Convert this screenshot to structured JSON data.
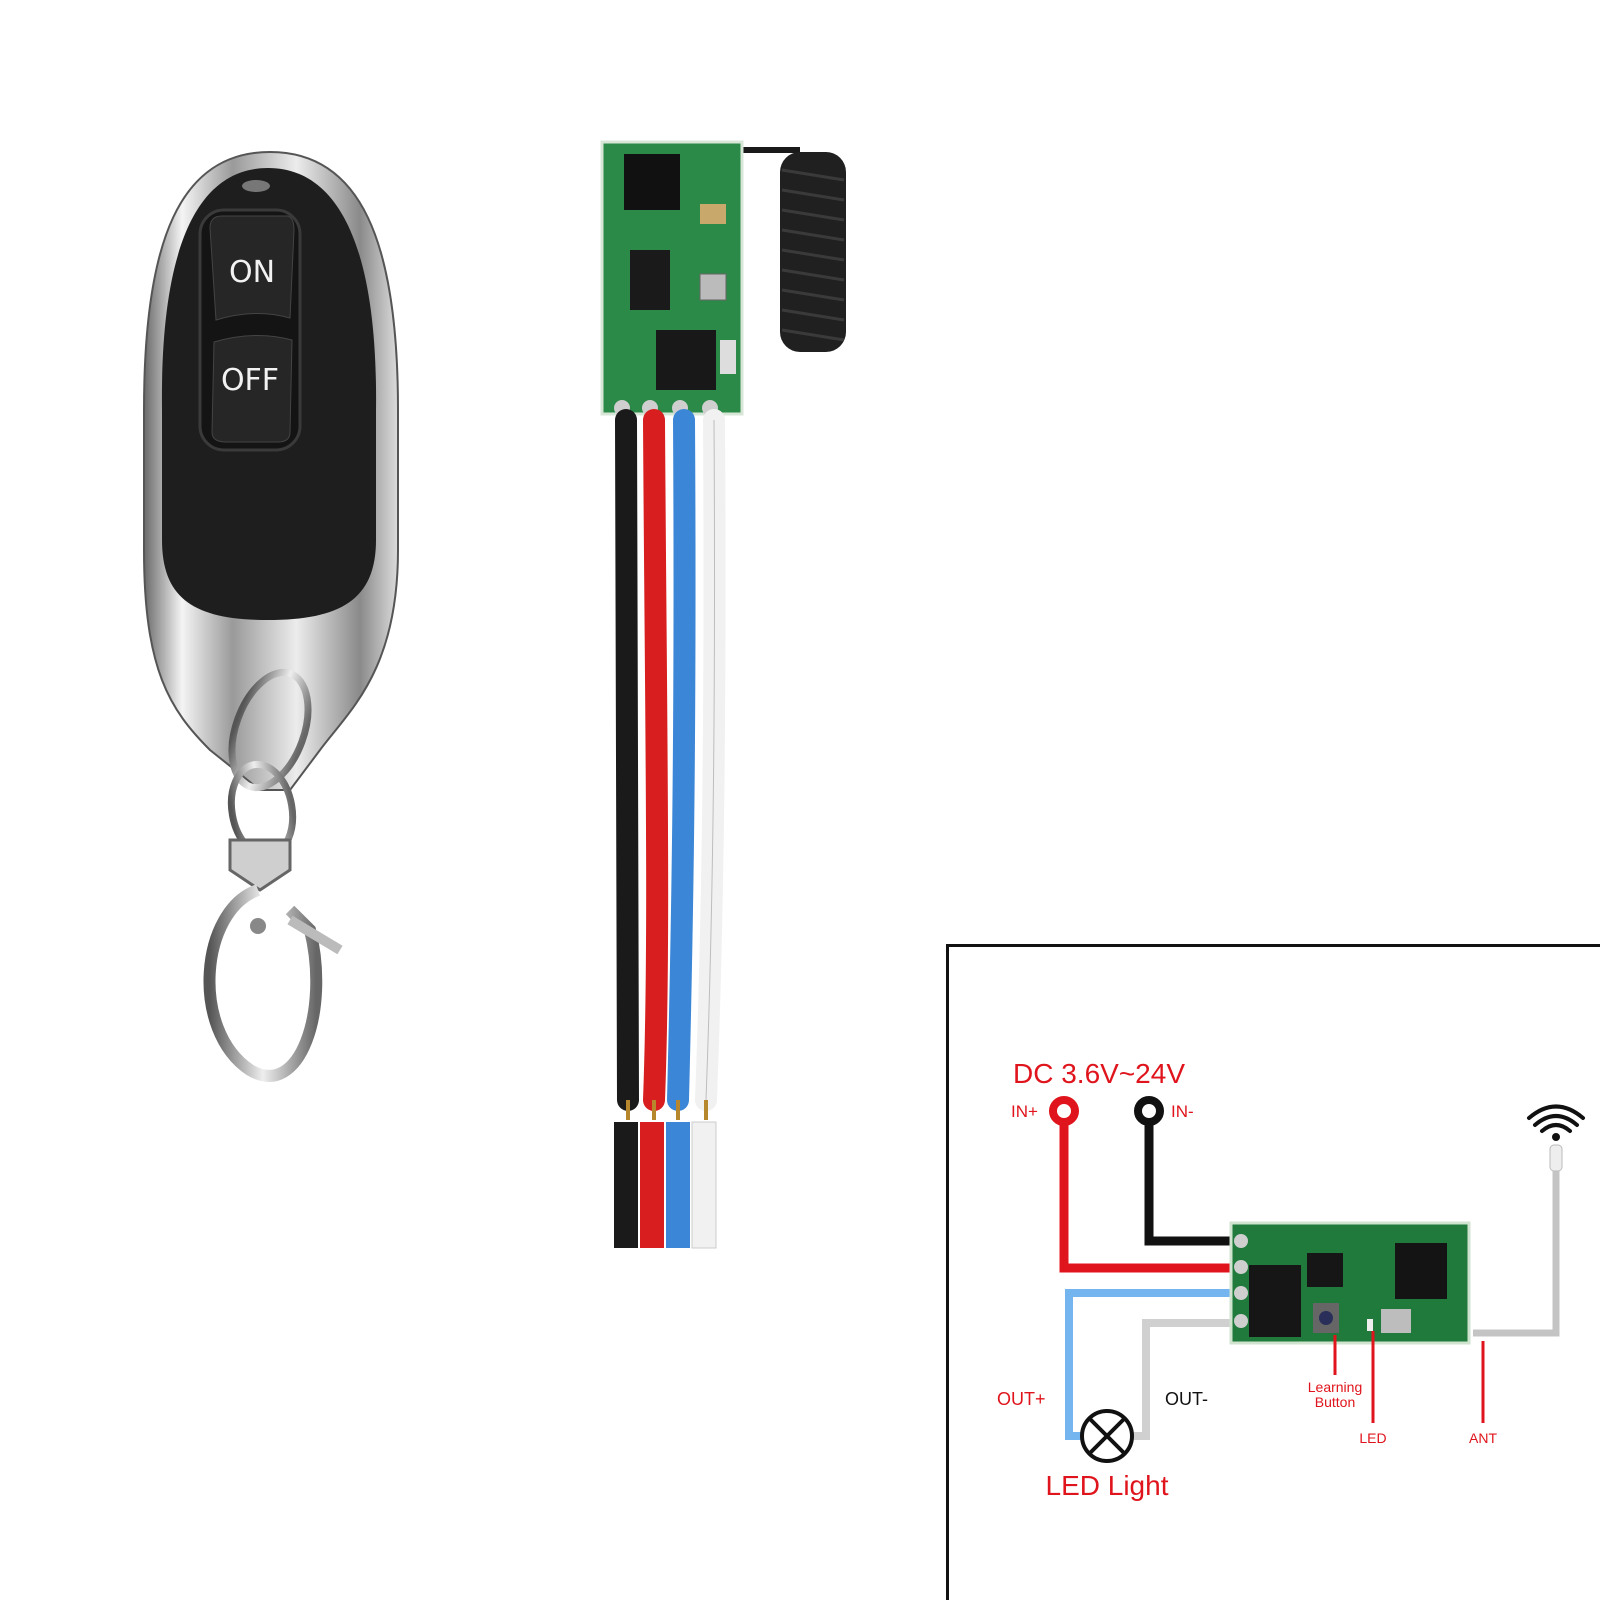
{
  "remote": {
    "buttons": [
      {
        "label": "ON"
      },
      {
        "label": "OFF"
      }
    ],
    "icons": {
      "led": "indicator-led-icon",
      "keyring": "keyring-icon",
      "clasp": "lobster-clasp-icon"
    }
  },
  "receiver": {
    "wires": [
      {
        "color": "#1a1a1a",
        "name": "black"
      },
      {
        "color": "#d81e1e",
        "name": "red"
      },
      {
        "color": "#3b86d6",
        "name": "blue"
      },
      {
        "color": "#f2f2f2",
        "name": "white"
      }
    ],
    "antenna": "coiled-antenna-icon"
  },
  "diagram": {
    "supply_label": "DC 3.6V~24V",
    "in_plus": "IN+",
    "in_minus": "IN-",
    "out_plus": "OUT+",
    "out_minus": "OUT-",
    "load_label": "LED Light",
    "learning_button": "Learning\nButton",
    "learning_line1": "Learning",
    "learning_line2": "Button",
    "led": "LED",
    "ant": "ANT",
    "colors": {
      "red": "#e0141c",
      "black": "#111111",
      "blue": "#74b4ef",
      "gray": "#d0d0d0",
      "pcb": "#1f7a3c"
    }
  }
}
